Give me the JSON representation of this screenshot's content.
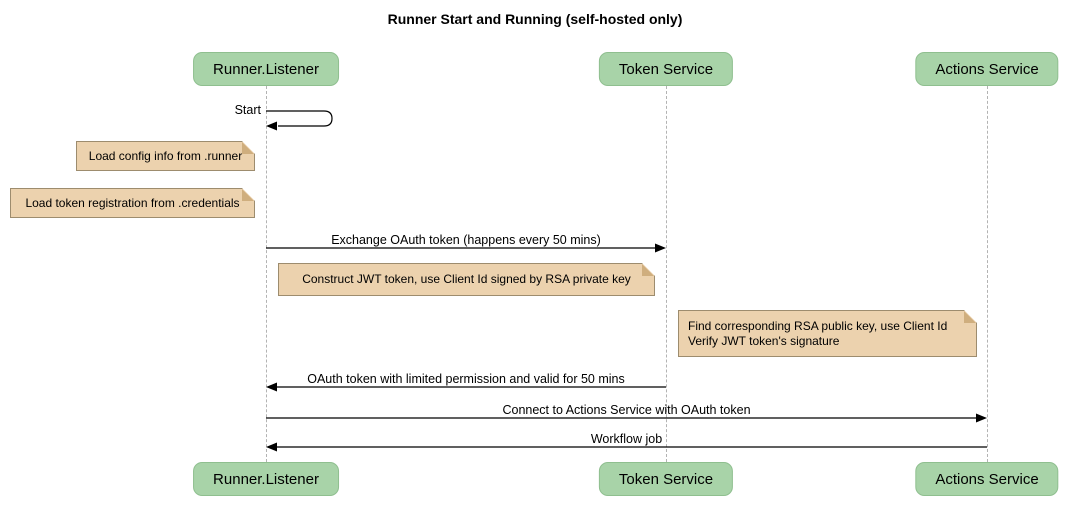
{
  "diagram": {
    "title": "Runner Start and Running (self-hosted only)",
    "type": "sequence-diagram"
  },
  "participants": [
    {
      "name": "Runner.Listener"
    },
    {
      "name": "Token Service"
    },
    {
      "name": "Actions Service"
    }
  ],
  "messages": [
    {
      "label": "Start",
      "from": "Runner.Listener",
      "to": "Runner.Listener",
      "type": "self"
    },
    {
      "label": "Exchange OAuth token (happens every 50 mins)",
      "from": "Runner.Listener",
      "to": "Token Service",
      "type": "solid-arrow"
    },
    {
      "label": "OAuth token with limited permission and valid for 50 mins",
      "from": "Token Service",
      "to": "Runner.Listener",
      "type": "solid-arrow"
    },
    {
      "label": "Connect to Actions Service with OAuth token",
      "from": "Runner.Listener",
      "to": "Actions Service",
      "type": "solid-arrow"
    },
    {
      "label": "Workflow job",
      "from": "Actions Service",
      "to": "Runner.Listener",
      "type": "solid-arrow"
    }
  ],
  "notes": [
    {
      "text": "Load config info from .runner",
      "position": "left of Runner.Listener"
    },
    {
      "text": "Load token registration from .credentials",
      "position": "left of Runner.Listener"
    },
    {
      "text": "Construct JWT token, use Client Id signed by RSA private key",
      "position": "over Runner.Listener, Token Service"
    },
    {
      "line1": "Find corresponding RSA public key, use Client Id",
      "line2": "Verify JWT token's signature",
      "position": "left of Actions Service"
    }
  ],
  "colors": {
    "actor_fill": "#a8d3a8",
    "actor_border": "#8fbf8f",
    "note_fill": "#ecd2ae",
    "note_border": "#9d8c6e",
    "note_fold": "#cfae7e",
    "lifeline": "#b3b3b3",
    "arrow": "#000000",
    "text": "#000000",
    "background": "#ffffff"
  }
}
